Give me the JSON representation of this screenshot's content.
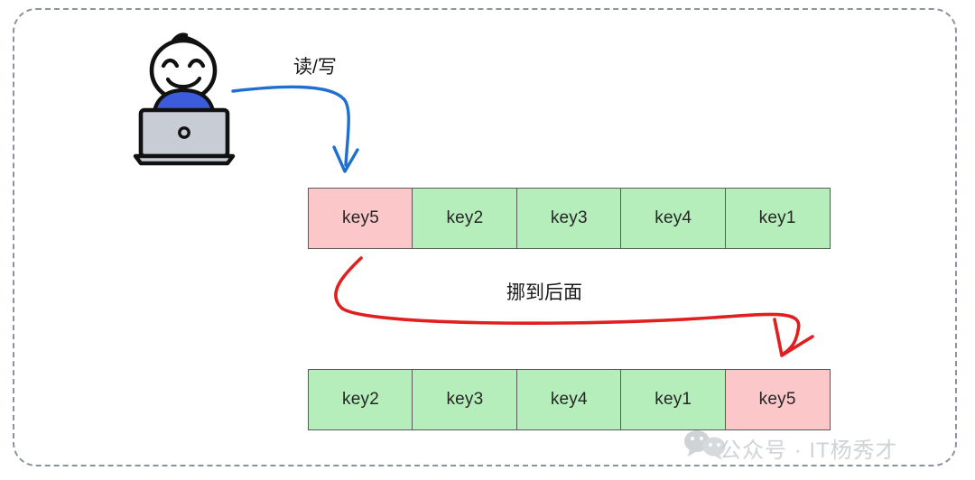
{
  "figure": {
    "title_visible": false,
    "background_color": "#ffffff",
    "frame": {
      "style": "dashed-rounded-rectangle",
      "color": "#8b949e"
    }
  },
  "actor": {
    "name": "person-at-laptop",
    "shirt_color": "#3b5bdb",
    "laptop_color": "#c8ccd4",
    "outline_color": "#111111"
  },
  "arrows": [
    {
      "id": "read-write-arrow",
      "label": "读/写",
      "color": "#1f6fd0",
      "from": "person-at-laptop",
      "to": "cell-key5-before"
    },
    {
      "id": "move-to-back-arrow",
      "label": "挪到后面",
      "color": "#e02020",
      "from": "cell-key5-before",
      "to": "cell-key5-after"
    }
  ],
  "rows": [
    {
      "id": "row-before",
      "cells": [
        {
          "key": "key5",
          "color": "pink"
        },
        {
          "key": "key2",
          "color": "green"
        },
        {
          "key": "key3",
          "color": "green"
        },
        {
          "key": "key4",
          "color": "green"
        },
        {
          "key": "key1",
          "color": "green"
        }
      ]
    },
    {
      "id": "row-after",
      "cells": [
        {
          "key": "key2",
          "color": "green"
        },
        {
          "key": "key3",
          "color": "green"
        },
        {
          "key": "key4",
          "color": "green"
        },
        {
          "key": "key1",
          "color": "green"
        },
        {
          "key": "key5",
          "color": "pink"
        }
      ]
    }
  ],
  "colors": {
    "green_fill": "#b5eeba",
    "pink_fill": "#fbc7c9",
    "cell_border": "#5a5a5a",
    "blue_arrow": "#1f6fd0",
    "red_arrow": "#e02020",
    "frame_dash": "#8b949e",
    "watermark": "#cfd3d6"
  },
  "watermark": {
    "icon": "wechat-icon",
    "text": "公众号 · IT杨秀才"
  }
}
